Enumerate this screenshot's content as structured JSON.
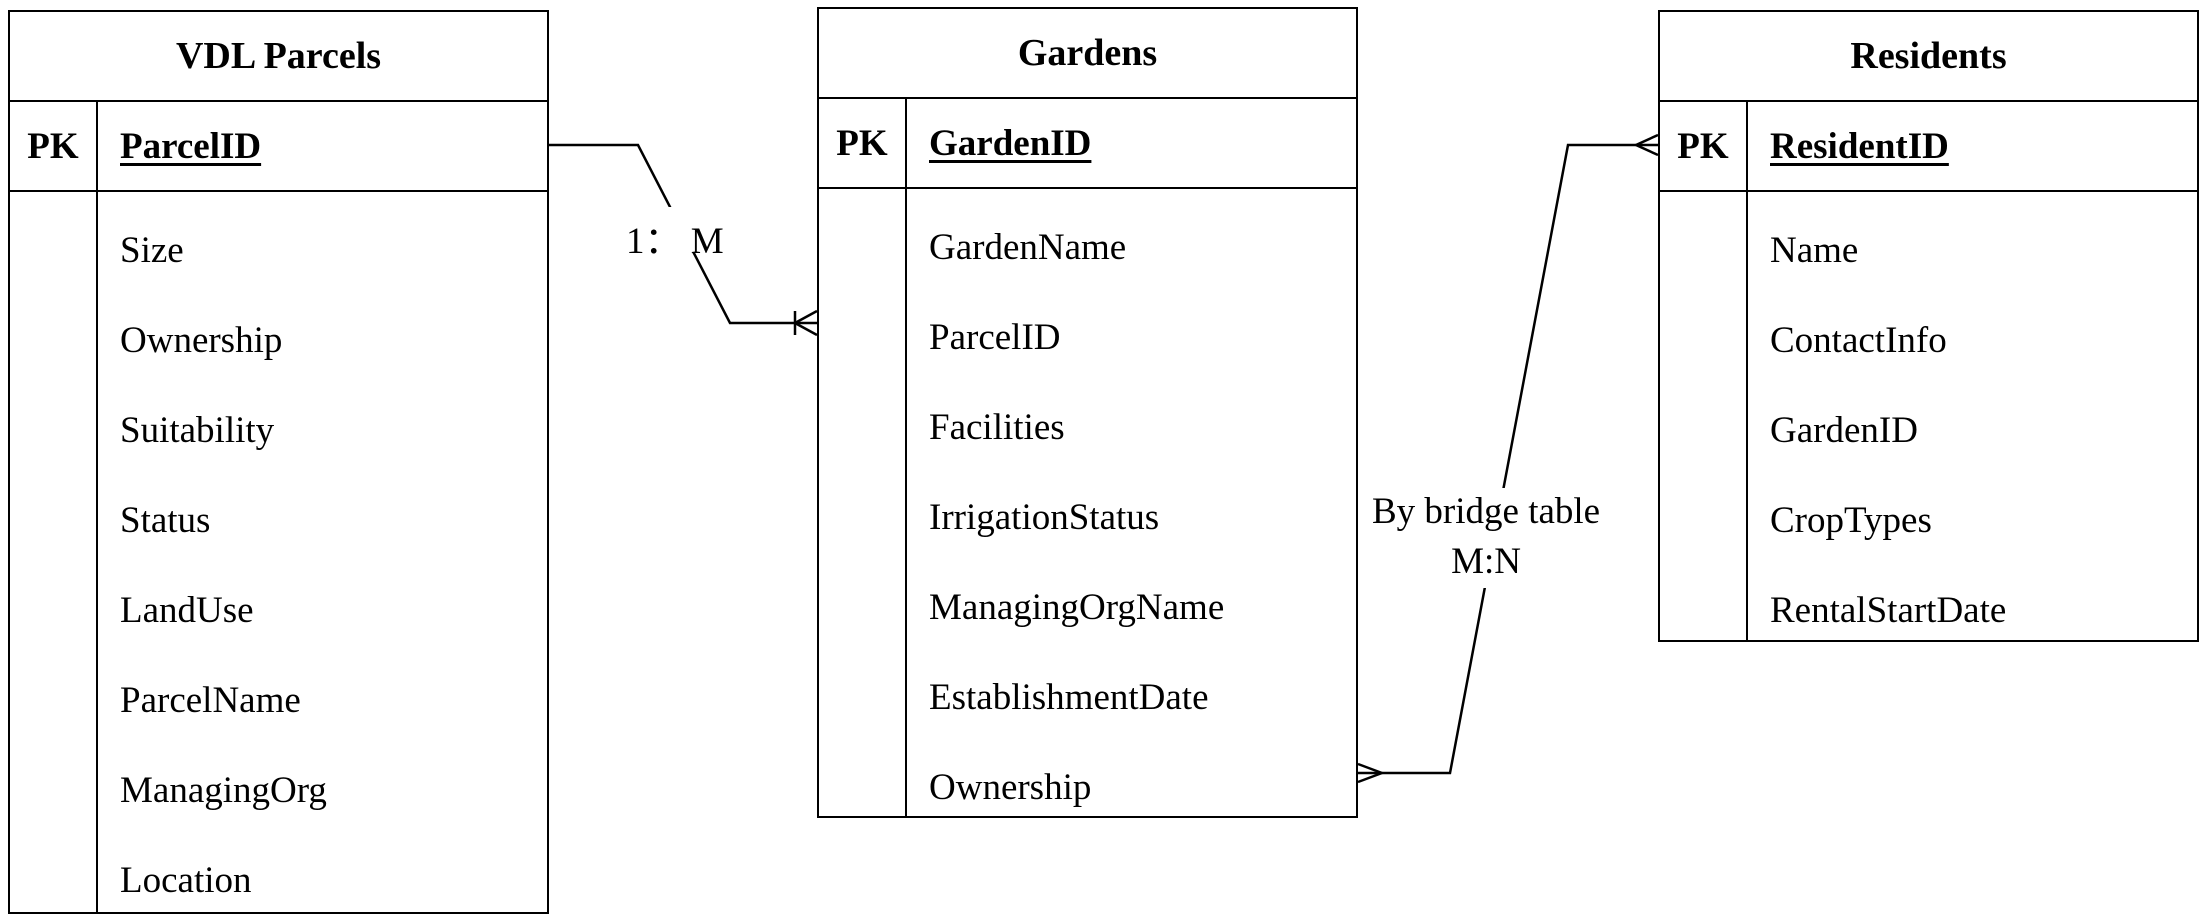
{
  "entities": [
    {
      "title": "VDL Parcels",
      "key_label": "PK",
      "primary_key": "ParcelID",
      "attributes": [
        "Size",
        "Ownership",
        "Suitability",
        "Status",
        "LandUse",
        "ParcelName",
        "ManagingOrg",
        "Location"
      ]
    },
    {
      "title": "Gardens",
      "key_label": "PK",
      "primary_key": "GardenID",
      "attributes": [
        "GardenName",
        "ParcelID",
        "Facilities",
        "IrrigationStatus",
        "ManagingOrgName",
        "EstablishmentDate",
        "Ownership"
      ]
    },
    {
      "title": "Residents",
      "key_label": "PK",
      "primary_key": "ResidentID",
      "attributes": [
        "Name",
        "ContactInfo",
        "GardenID",
        "CropTypes",
        "RentalStartDate"
      ]
    }
  ],
  "relationships": [
    {
      "from": "VDL Parcels",
      "to": "Gardens",
      "label": "1： M"
    },
    {
      "from": "Gardens",
      "to": "Residents",
      "label_line1": "By bridge table",
      "label_line2": "M:N"
    }
  ]
}
